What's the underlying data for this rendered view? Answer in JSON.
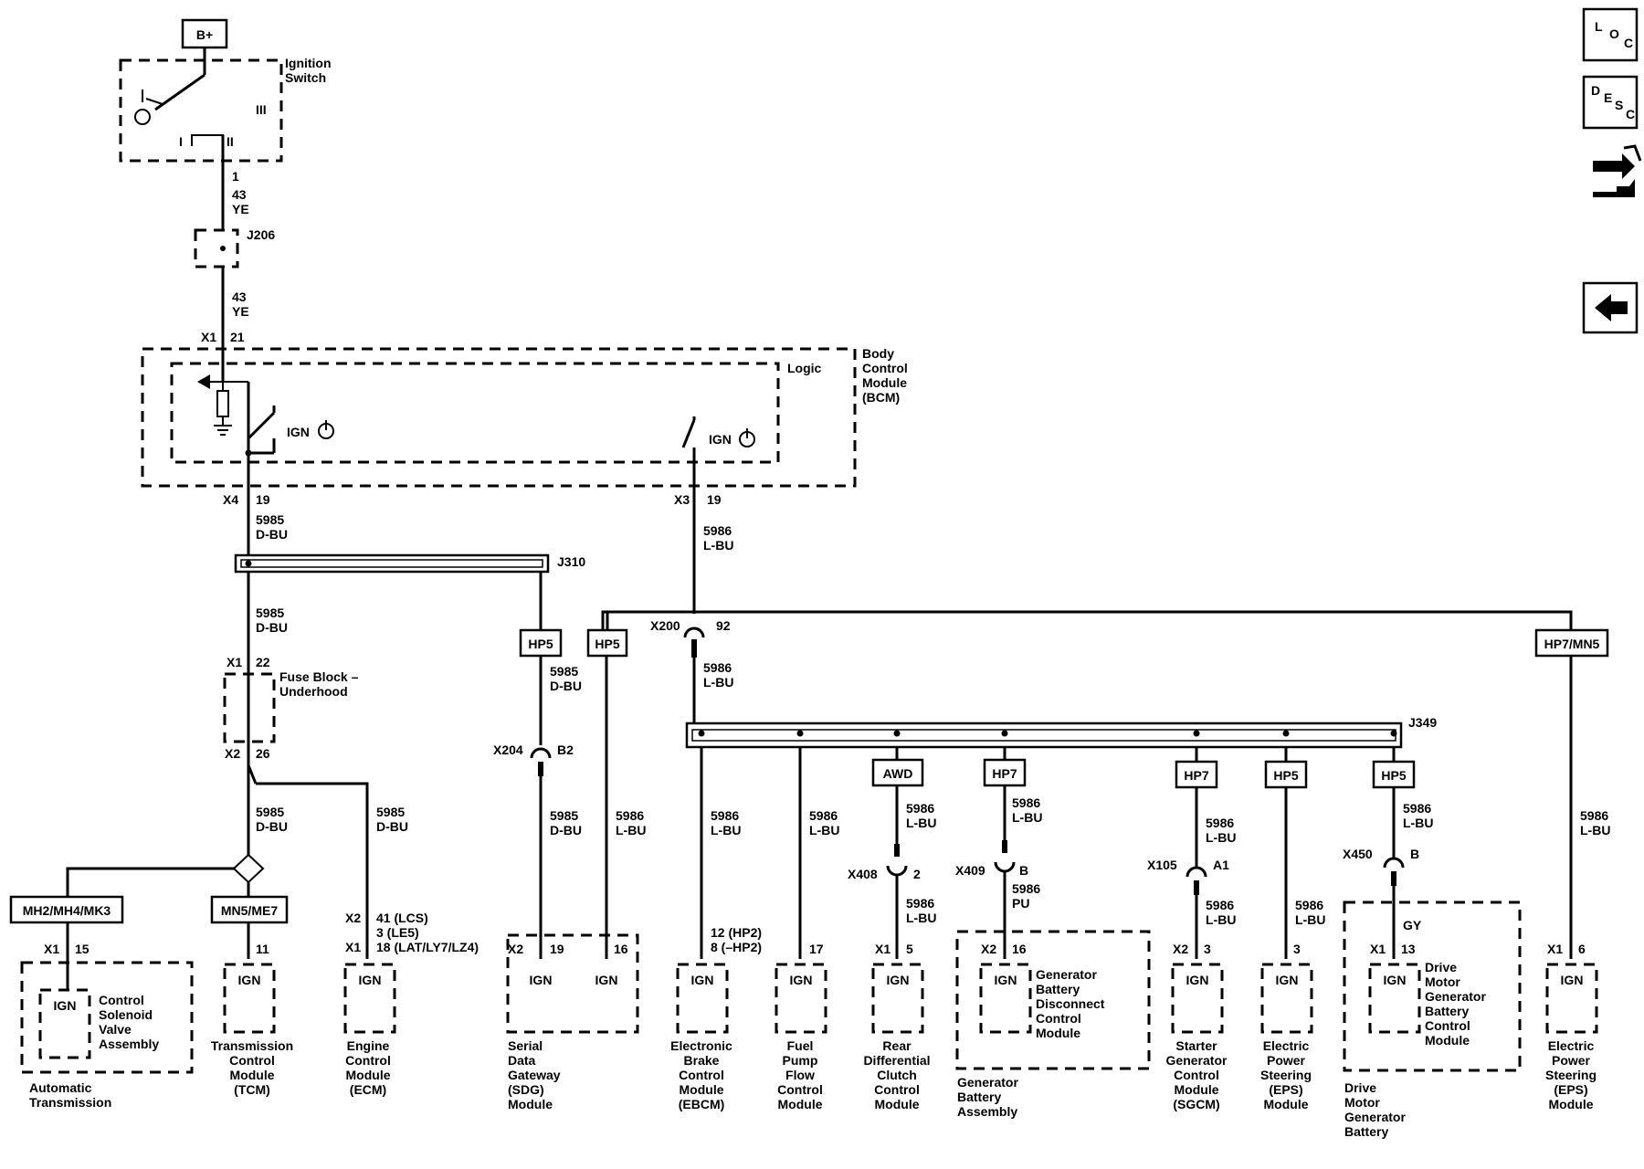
{
  "power": {
    "label": "B+"
  },
  "ignition_switch": {
    "label_line1": "Ignition",
    "label_line2": "Switch",
    "pos_i": "I",
    "pos_ii": "II",
    "pos_iii": "III"
  },
  "wire_to_j206": {
    "circuit": "1",
    "num": "43",
    "color": "YE"
  },
  "j206": {
    "label": "J206"
  },
  "wire_to_bcm": {
    "num": "43",
    "color": "YE"
  },
  "bcm": {
    "x1": "X1",
    "pin21": "21",
    "name": [
      "Body",
      "Control",
      "Module",
      "(BCM)"
    ],
    "logic": "Logic",
    "ign_left": "IGN",
    "ign_right": "IGN",
    "x4": "X4",
    "pin19a": "19",
    "x3": "X3",
    "pin19b": "19"
  },
  "wire_5985_a": {
    "num": "5985",
    "color": "D-BU"
  },
  "wire_5986_a": {
    "num": "5986",
    "color": "L-BU"
  },
  "j310": {
    "label": "J310"
  },
  "wire_5985_b": {
    "num": "5985",
    "color": "D-BU"
  },
  "fuse_block": {
    "x1": "X1",
    "pin22": "22",
    "label_line1": "Fuse Block –",
    "label_line2": "Underhood",
    "x2": "X2",
    "pin26": "26"
  },
  "wire_5985_c": {
    "num": "5985",
    "color": "D-BU"
  },
  "wire_5985_ecm": {
    "num": "5985",
    "color": "D-BU"
  },
  "options": {
    "mh2": "MH2/MH4/MK3",
    "mn5": "MN5/ME7",
    "hp5_sdg": "HP5",
    "hp5_b": "HP5",
    "hp7mn5": "HP7/MN5",
    "awd": "AWD",
    "hp7_gen": "HP7",
    "hp7_sgcm": "HP7",
    "hp5_eps": "HP5",
    "hp5_dmgb": "HP5"
  },
  "x200": {
    "label": "X200",
    "pin": "92"
  },
  "wire_5986_b": {
    "num": "5986",
    "color": "L-BU"
  },
  "j349": {
    "label": "J349"
  },
  "sdg_wire": {
    "num": "5985",
    "color": "D-BU"
  },
  "x204": {
    "label": "X204",
    "pin": "B2"
  },
  "sdg_wire2": {
    "num": "5985",
    "color": "D-BU"
  },
  "hp5_wire": {
    "num": "5986",
    "color": "L-BU"
  },
  "ebcm_wire": {
    "num": "5986",
    "color": "L-BU"
  },
  "fuel_wire": {
    "num": "5986",
    "color": "L-BU"
  },
  "awd_wire": {
    "num": "5986",
    "color": "L-BU"
  },
  "x408": {
    "label": "X408",
    "pin": "2"
  },
  "awd_wire2": {
    "num": "5986",
    "color": "L-BU"
  },
  "gen_wire": {
    "num": "5986",
    "color": "L-BU"
  },
  "x409": {
    "label": "X409",
    "pin": "B"
  },
  "gen_wire2": {
    "num": "5986",
    "color": "PU"
  },
  "sgcm_wire": {
    "num": "5986",
    "color": "L-BU"
  },
  "x105": {
    "label": "X105",
    "pin": "A1"
  },
  "sgcm_wire2": {
    "num": "5986",
    "color": "L-BU"
  },
  "eps_wire": {
    "num": "5986",
    "color": "L-BU"
  },
  "dmgb_wire": {
    "num": "5986",
    "color": "L-BU"
  },
  "x450": {
    "label": "X450",
    "pin": "B"
  },
  "dmgb_gy": "GY",
  "eps2_wire": {
    "num": "5986",
    "color": "L-BU"
  },
  "modules": {
    "ats": {
      "conn": "X1",
      "pin": "15",
      "ign": "IGN",
      "name": [
        "Control",
        "Solenoid",
        "Valve",
        "Assembly"
      ],
      "outer": [
        "Automatic",
        "Transmission"
      ]
    },
    "tcm": {
      "pin": "11",
      "ign": "IGN",
      "name": [
        "Transmission",
        "Control",
        "Module",
        "(TCM)"
      ]
    },
    "ecm": {
      "conn_a": "X2",
      "pin_a": "41 (LCS)",
      "pin_b": "3 (LE5)",
      "conn_c": "X1",
      "pin_c": "18 (LAT/LY7/LZ4)",
      "ign": "IGN",
      "name": [
        "Engine",
        "Control",
        "Module",
        "(ECM)"
      ]
    },
    "sdg": {
      "conn": "X2",
      "pin_a": "19",
      "pin_b": "16",
      "ign_a": "IGN",
      "ign_b": "IGN",
      "name": [
        "Serial",
        "Data",
        "Gateway",
        "(SDG)",
        "Module"
      ]
    },
    "ebcm": {
      "pin_a": "12 (HP2)",
      "pin_b": "8 (–HP2)",
      "ign": "IGN",
      "name": [
        "Electronic",
        "Brake",
        "Control",
        "Module",
        "(EBCM)"
      ]
    },
    "fpfcm": {
      "pin": "17",
      "ign": "IGN",
      "name": [
        "Fuel",
        "Pump",
        "Flow",
        "Control",
        "Module"
      ]
    },
    "rdccm": {
      "conn": "X1",
      "pin": "5",
      "ign": "IGN",
      "name": [
        "Rear",
        "Differential",
        "Clutch",
        "Control",
        "Module"
      ]
    },
    "gbdcm": {
      "conn": "X2",
      "pin": "16",
      "ign": "IGN",
      "name": [
        "Generator",
        "Battery",
        "Disconnect",
        "Control",
        "Module"
      ],
      "outer": [
        "Generator",
        "Battery",
        "Assembly"
      ]
    },
    "sgcm": {
      "conn": "X2",
      "pin": "3",
      "ign": "IGN",
      "name": [
        "Starter",
        "Generator",
        "Control",
        "Module",
        "(SGCM)"
      ]
    },
    "eps": {
      "pin": "3",
      "ign": "IGN",
      "name": [
        "Electric",
        "Power",
        "Steering",
        "(EPS)",
        "Module"
      ]
    },
    "dmgbcm": {
      "conn": "X1",
      "pin": "13",
      "ign": "IGN",
      "name": [
        "Drive",
        "Motor",
        "Generator",
        "Battery",
        "Control",
        "Module"
      ],
      "outer": [
        "Drive",
        "Motor",
        "Generator",
        "Battery"
      ]
    },
    "eps2": {
      "conn": "X1",
      "pin": "6",
      "ign": "IGN",
      "name": [
        "Electric",
        "Power",
        "Steering",
        "(EPS)",
        "Module"
      ]
    }
  },
  "nav": {
    "loc": [
      "L",
      "O",
      "C"
    ],
    "desc": [
      "D",
      "E",
      "S",
      "C"
    ],
    "connector_icon": "connector-icon",
    "back_icon": "back-arrow-icon"
  }
}
